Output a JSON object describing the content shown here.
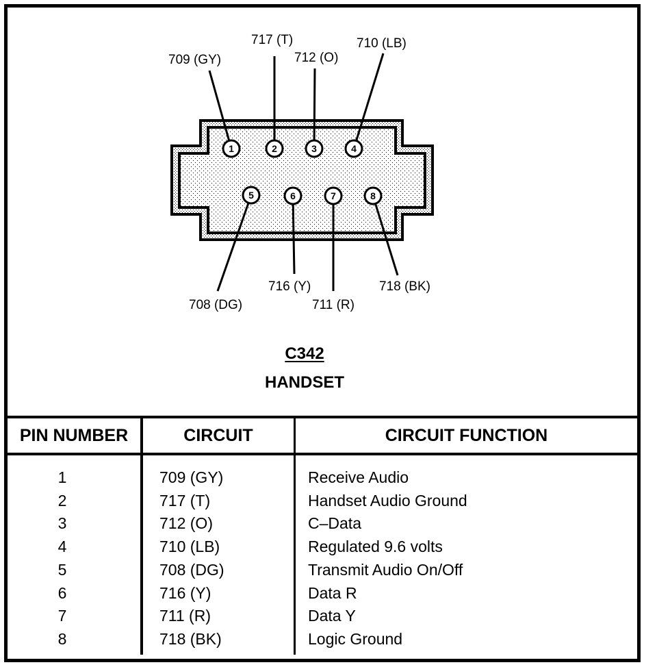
{
  "connector": {
    "code": "C342",
    "name": "HANDSET",
    "colors": {
      "line": "#000000",
      "fill_stipple": "#b8b8b8",
      "background": "#ffffff"
    },
    "top_row_pins": [
      {
        "pin": "1",
        "wire_label": "709 (GY)"
      },
      {
        "pin": "2",
        "wire_label": "717 (T)"
      },
      {
        "pin": "3",
        "wire_label": "712 (O)"
      },
      {
        "pin": "4",
        "wire_label": "710 (LB)"
      }
    ],
    "bottom_row_pins": [
      {
        "pin": "5",
        "wire_label": "708 (DG)"
      },
      {
        "pin": "6",
        "wire_label": "716 (Y)"
      },
      {
        "pin": "7",
        "wire_label": "711 (R)"
      },
      {
        "pin": "8",
        "wire_label": "718 (BK)"
      }
    ]
  },
  "table": {
    "headers": [
      "PIN NUMBER",
      "CIRCUIT",
      "CIRCUIT FUNCTION"
    ],
    "rows": [
      {
        "pin": "1",
        "circuit": "709 (GY)",
        "function": "Receive Audio"
      },
      {
        "pin": "2",
        "circuit": "717 (T)",
        "function": "Handset Audio Ground"
      },
      {
        "pin": "3",
        "circuit": "712 (O)",
        "function": "C–Data"
      },
      {
        "pin": "4",
        "circuit": "710 (LB)",
        "function": "Regulated 9.6 volts"
      },
      {
        "pin": "5",
        "circuit": "708 (DG)",
        "function": "Transmit Audio On/Off"
      },
      {
        "pin": "6",
        "circuit": "716 (Y)",
        "function": "Data R"
      },
      {
        "pin": "7",
        "circuit": "711 (R)",
        "function": "Data Y"
      },
      {
        "pin": "8",
        "circuit": "718 (BK)",
        "function": "Logic Ground"
      }
    ]
  }
}
